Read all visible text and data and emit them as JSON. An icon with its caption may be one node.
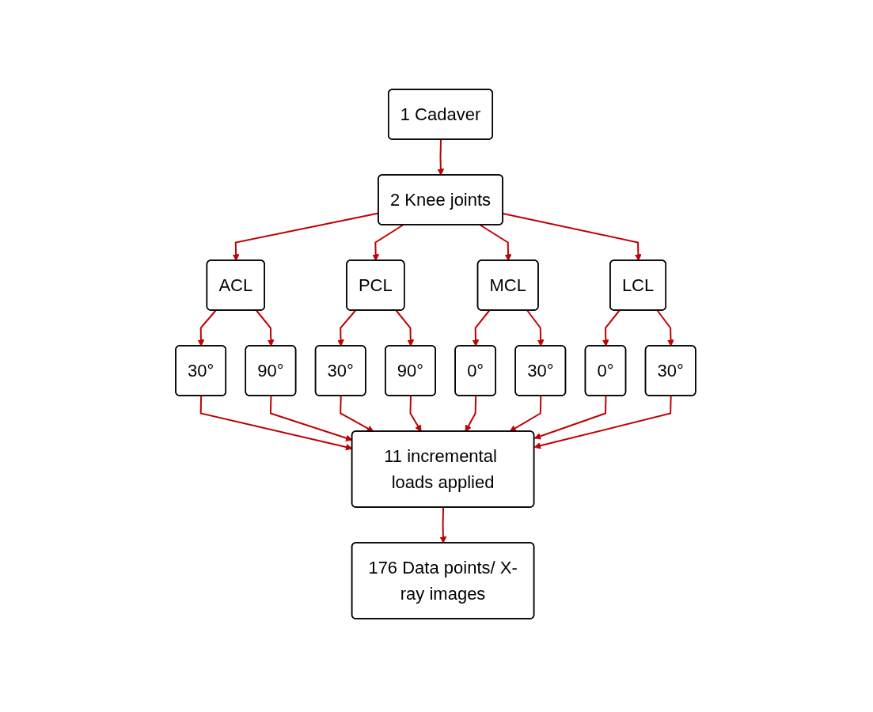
{
  "diagram": {
    "nodes": [
      {
        "text": [
          "1 Cadaver"
        ]
      },
      {
        "text": [
          "2 Knee joints"
        ]
      },
      {
        "text": [
          "ACL"
        ]
      },
      {
        "text": [
          "PCL"
        ]
      },
      {
        "text": [
          "MCL"
        ]
      },
      {
        "text": [
          "LCL"
        ]
      },
      {
        "text": [
          "30°"
        ]
      },
      {
        "text": [
          "90°"
        ]
      },
      {
        "text": [
          "30°"
        ]
      },
      {
        "text": [
          "90°"
        ]
      },
      {
        "text": [
          "0°"
        ]
      },
      {
        "text": [
          "30°"
        ]
      },
      {
        "text": [
          "0°"
        ]
      },
      {
        "text": [
          "30°"
        ]
      },
      {
        "text": [
          "11 incremental loads applied"
        ]
      },
      {
        "text": [
          "176 Data points/ X-ray images"
        ]
      }
    ],
    "edges": [
      {
        "from": 0,
        "to": 1,
        "arrow": "to"
      },
      {
        "from": 1,
        "to": 2,
        "arrow": "to"
      },
      {
        "from": 1,
        "to": 3,
        "arrow": "to"
      },
      {
        "from": 1,
        "to": 4,
        "arrow": "to"
      },
      {
        "from": 1,
        "to": 5,
        "arrow": "to"
      },
      {
        "from": 2,
        "to": 6,
        "arrow": "to"
      },
      {
        "from": 2,
        "to": 7,
        "arrow": "to"
      },
      {
        "from": 3,
        "to": 8,
        "arrow": "to"
      },
      {
        "from": 3,
        "to": 9,
        "arrow": "to"
      },
      {
        "from": 4,
        "to": 10,
        "arrow": "to"
      },
      {
        "from": 4,
        "to": 11,
        "arrow": "to"
      },
      {
        "from": 5,
        "to": 12,
        "arrow": "to"
      },
      {
        "from": 5,
        "to": 13,
        "arrow": "to"
      },
      {
        "from": 6,
        "to": 14,
        "arrow": "to"
      },
      {
        "from": 7,
        "to": 14,
        "arrow": "to"
      },
      {
        "from": 8,
        "to": 14,
        "arrow": "to"
      },
      {
        "from": 9,
        "to": 14,
        "arrow": "to"
      },
      {
        "from": 10,
        "to": 14,
        "arrow": "to"
      },
      {
        "from": 11,
        "to": 14,
        "arrow": "to"
      },
      {
        "from": 12,
        "to": 14,
        "arrow": "to"
      },
      {
        "from": 13,
        "to": 14,
        "arrow": "to"
      },
      {
        "from": 14,
        "to": 15,
        "arrow": "to"
      }
    ]
  }
}
